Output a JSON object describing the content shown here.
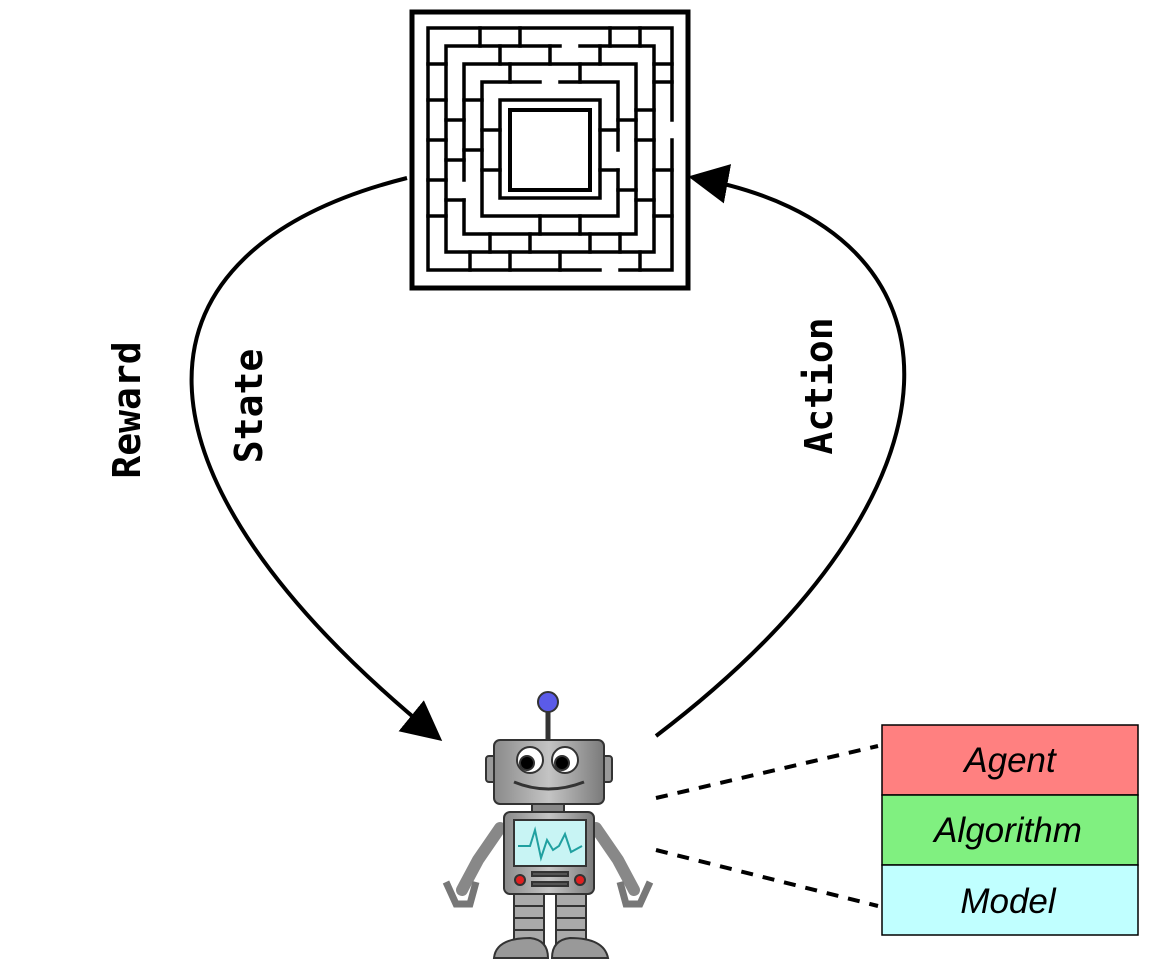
{
  "labels": {
    "reward": "Reward",
    "state": "State",
    "action": "Action"
  },
  "agent_stack": [
    {
      "label": "Agent",
      "color": "#ff8080"
    },
    {
      "label": "Algorithm",
      "color": "#80f080"
    },
    {
      "label": "Model",
      "color": "#c0ffff"
    }
  ],
  "icons": {
    "environment": "maze-icon",
    "agent": "robot-icon"
  }
}
